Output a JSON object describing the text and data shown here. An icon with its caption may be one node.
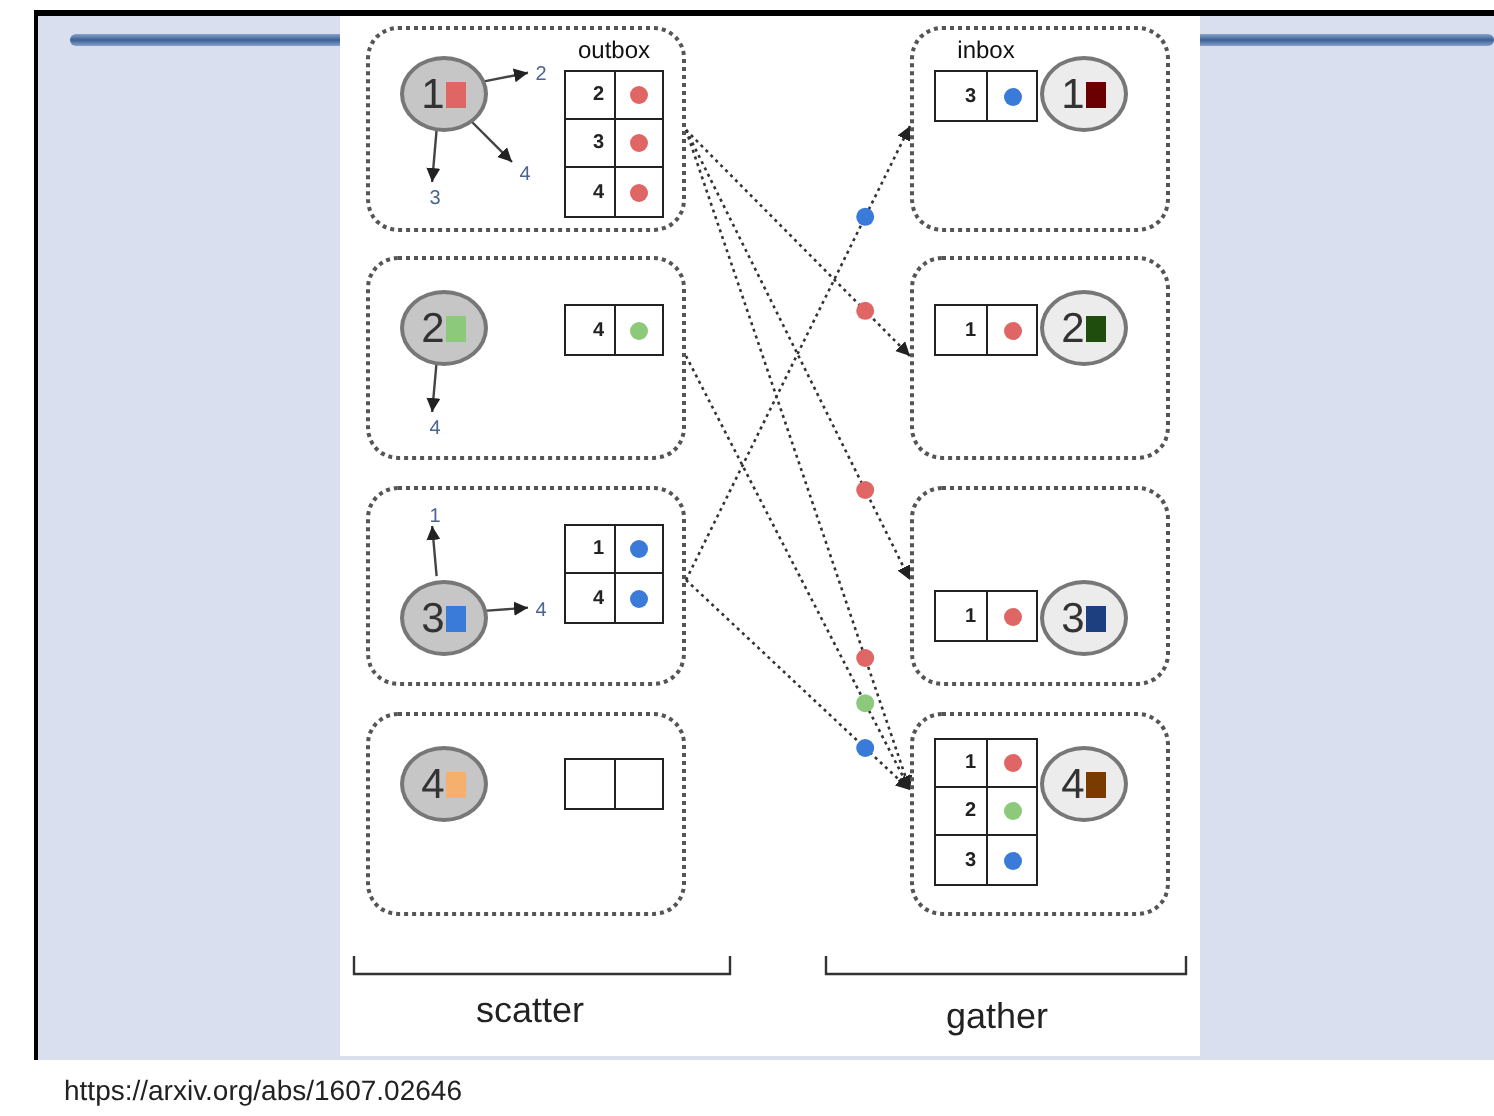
{
  "diagram": {
    "nodes": [
      {
        "text": [],
        "shape": "box"
      },
      {
        "text": [
          "1"
        ],
        "in": 0
      },
      {
        "text": [
          "outbox",
          "2",
          "3",
          "4"
        ],
        "in": 0
      },
      {
        "text": [
          "2"
        ],
        "in": 0
      },
      {
        "text": [
          "3"
        ],
        "in": 0
      },
      {
        "text": [
          "4"
        ],
        "in": 0
      },
      {
        "text": [],
        "shape": "box"
      },
      {
        "text": [
          "2"
        ],
        "in": 6
      },
      {
        "text": [
          "4"
        ],
        "in": 6
      },
      {
        "text": [
          "4"
        ],
        "in": 6
      },
      {
        "text": [],
        "shape": "box"
      },
      {
        "text": [
          "3"
        ],
        "in": 10
      },
      {
        "text": [
          "1",
          "4"
        ],
        "in": 10
      },
      {
        "text": [
          "1"
        ],
        "in": 10
      },
      {
        "text": [
          "4"
        ],
        "in": 10
      },
      {
        "text": [],
        "shape": "box"
      },
      {
        "text": [
          "4"
        ],
        "in": 15
      },
      {
        "text": [],
        "shape": "box",
        "in": 15
      },
      {
        "text": [],
        "shape": "box"
      },
      {
        "text": [
          "inbox",
          "3"
        ],
        "in": 18
      },
      {
        "text": [
          "1"
        ],
        "in": 18
      },
      {
        "text": [],
        "shape": "box"
      },
      {
        "text": [
          "1"
        ],
        "in": 21
      },
      {
        "text": [
          "2"
        ],
        "in": 21
      },
      {
        "text": [],
        "shape": "box"
      },
      {
        "text": [
          "1"
        ],
        "in": 24
      },
      {
        "text": [
          "3"
        ],
        "in": 24
      },
      {
        "text": [],
        "shape": "box"
      },
      {
        "text": [
          "1",
          "2",
          "3"
        ],
        "in": 27
      },
      {
        "text": [
          "4"
        ],
        "in": 27
      }
    ],
    "edges": [
      {
        "from": 1,
        "to": 3,
        "arrow": "to"
      },
      {
        "from": 1,
        "to": 4,
        "arrow": "to"
      },
      {
        "from": 1,
        "to": 5,
        "arrow": "to"
      },
      {
        "from": 7,
        "to": 9,
        "arrow": "to"
      },
      {
        "from": 11,
        "to": 13,
        "arrow": "to"
      },
      {
        "from": 11,
        "to": 14,
        "arrow": "to"
      },
      {
        "from": 0,
        "to": 21,
        "arrow": "to",
        "style": "dashed"
      },
      {
        "from": 0,
        "to": 24,
        "arrow": "to",
        "style": "dashed"
      },
      {
        "from": 0,
        "to": 27,
        "arrow": "to",
        "style": "dashed"
      },
      {
        "from": 6,
        "to": 27,
        "arrow": "to",
        "style": "dashed"
      },
      {
        "from": 10,
        "to": 18,
        "arrow": "to",
        "style": "dashed"
      },
      {
        "from": 10,
        "to": 27,
        "arrow": "to",
        "style": "dashed"
      }
    ],
    "labels": [
      "scatter",
      "gather",
      "https://arxiv.org/abs/1607.02646"
    ]
  }
}
